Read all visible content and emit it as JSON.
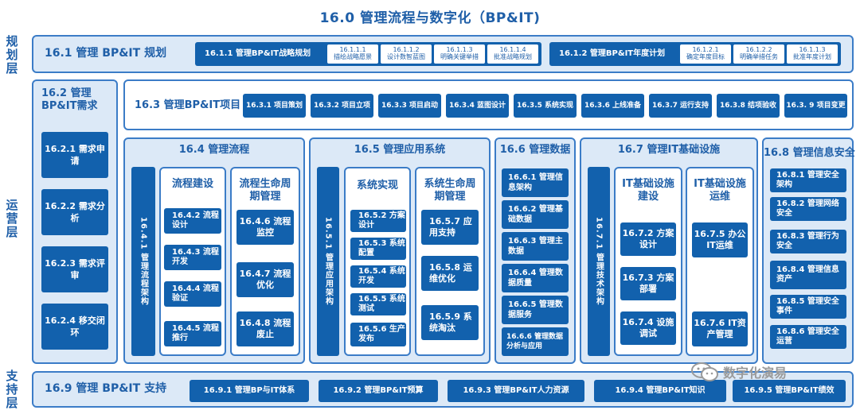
{
  "title": "16.0 管理流程与数字化（BP&IT)",
  "layers": {
    "planning": "规划层",
    "operation": "运营层",
    "support": "支持层"
  },
  "planning": {
    "label": "16.1 管理 BP&IT 规划",
    "strategy": {
      "label": "16.1.1 管理BP&IT战略规划",
      "items": [
        {
          "code": "16.1.1.1",
          "text": "描绘战略愿景"
        },
        {
          "code": "16.1.1.2",
          "text": "设计数智蓝图"
        },
        {
          "code": "16.1.1.3",
          "text": "明确关键举措"
        },
        {
          "code": "16.1.1.4",
          "text": "批准战略规划"
        }
      ]
    },
    "annual": {
      "label": "16.1.2 管理BP&IT年度计划",
      "items": [
        {
          "code": "16.1.2.1",
          "text": "确定年度目标"
        },
        {
          "code": "16.1.2.2",
          "text": "明确举措任务"
        },
        {
          "code": "16.1.1.3",
          "text": "批准年度计划"
        }
      ]
    }
  },
  "demand": {
    "label": "16.2 管理 BP&IT需求",
    "items": [
      "16.2.1 需求申请",
      "16.2.2 需求分析",
      "16.2.3 需求评审",
      "16.2.4 移交闭环"
    ]
  },
  "project": {
    "label": "16.3 管理BP&IT项目",
    "items": [
      "16.3.1 项目策划",
      "16.3.2 项目立项",
      "16.3.3 项目启动",
      "16.3.4 蓝图设计",
      "16.3.5 系统实现",
      "16.3.6 上线准备",
      "16.3.7 运行支持",
      "16.3.8 结项验收",
      "16.3. 9 项目变更"
    ]
  },
  "process": {
    "label": "16.4 管理流程",
    "arch": "16.4.1 管理流程架构",
    "build": {
      "label": "流程建设",
      "items": [
        "16.4.2 流程设计",
        "16.4.3 流程开发",
        "16.4.4 流程验证",
        "16.4.5 流程推行"
      ]
    },
    "lifecycle": {
      "label": "流程生命周期管理",
      "items": [
        "16.4.6 流程监控",
        "16.4.7 流程优化",
        "16.4.8 流程废止"
      ]
    }
  },
  "apps": {
    "label": "16.5 管理应用系统",
    "arch": "16.5.1 管理应用架构",
    "impl": {
      "label": "系统实现",
      "items": [
        "16.5.2 方案设计",
        "16.5.3 系统配置",
        "16.5.4 系统开发",
        "16.5.5 系统测试",
        "16.5.6 生产发布"
      ]
    },
    "lifecycle": {
      "label": "系统生命周期管理",
      "items": [
        "16.5.7 应用支持",
        "16.5.8 运维优化",
        "16.5.9 系统淘汰"
      ]
    }
  },
  "data": {
    "label": "16.6 管理数据",
    "items": [
      "16.6.1 管理信息架构",
      "16.6.2 管理基础数据",
      "16.6.3 管理主数据",
      "16.6.4 管理数据质量",
      "16.6.5 管理数据服务",
      "16.6.6 管理数据分析与应用"
    ]
  },
  "infra": {
    "label": "16.7 管理IT基础设施",
    "arch": "16.7.1 管理技术架构",
    "build": {
      "label": "IT基础设施建设",
      "items": [
        "16.7.2 方案设计",
        "16.7.3 方案部署",
        "16.7.4 设施调试"
      ]
    },
    "ops": {
      "label": "IT基础设施运维",
      "items": [
        "16.7.5 办公IT运维",
        "16.7.6 IT资产管理"
      ]
    }
  },
  "security": {
    "label": "16.8 管理信息安全",
    "items": [
      "16.8.1 管理安全架构",
      "16.8.2 管理网络安全",
      "16.8.3 管理行为安全",
      "16.8.4 管理信息资产",
      "16.8.5 管理安全事件",
      "16.8.6 管理安全运营"
    ]
  },
  "support": {
    "label": "16.9 管理 BP&IT 支持",
    "items": [
      "16.9.1 管理BP与IT体系",
      "16.9.2 管理BP&IT预算",
      "16.9.3 管理BP&IT人力资源",
      "16.9.4 管理BP&IT知识",
      "16.9.5 管理BP&IT绩效"
    ]
  },
  "watermark": "数字化演易"
}
